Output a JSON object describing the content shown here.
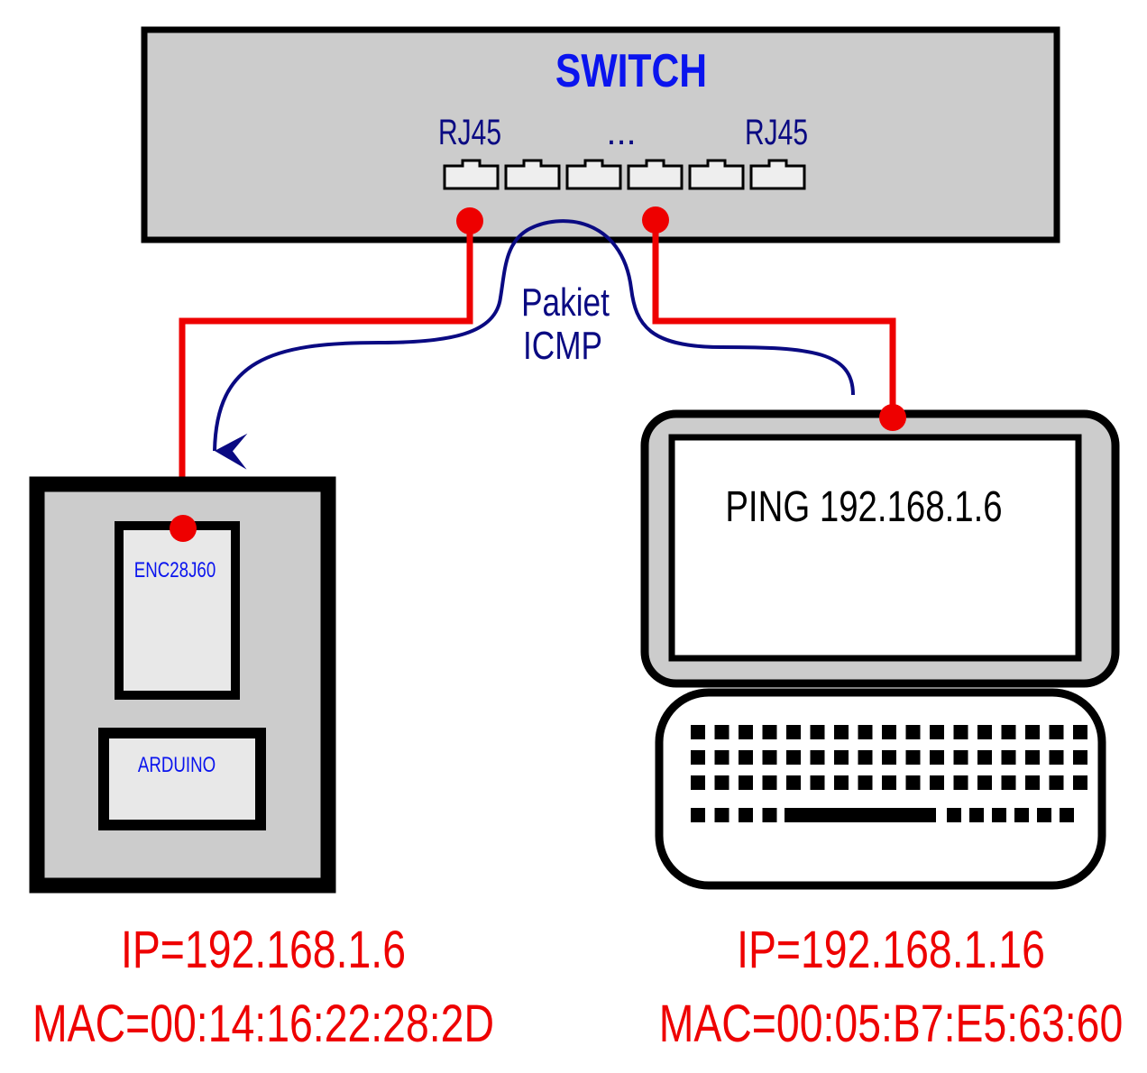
{
  "switch": {
    "title": "SWITCH",
    "port_label_left": "RJ45",
    "port_label_right": "RJ45",
    "ellipsis": "...",
    "port_count": 6
  },
  "packet": {
    "line1": "Pakiet",
    "line2": "ICMP"
  },
  "device_left": {
    "module_label": "ENC28J60",
    "board_label": "ARDUINO",
    "ip": "IP=192.168.1.6",
    "mac": "MAC=00:14:16:22:28:2D"
  },
  "device_right": {
    "screen_text": "PING 192.168.1.6",
    "ip": "IP=192.168.1.16",
    "mac": "MAC=00:05:B7:E5:63:60"
  },
  "colors": {
    "cable": "#ee0000",
    "packet_path": "#0a0a82",
    "title_blue": "#0a14ee",
    "label_navy": "#0a0a82",
    "device_gray": "#cccccc",
    "panel_light": "#e8e8e8"
  }
}
